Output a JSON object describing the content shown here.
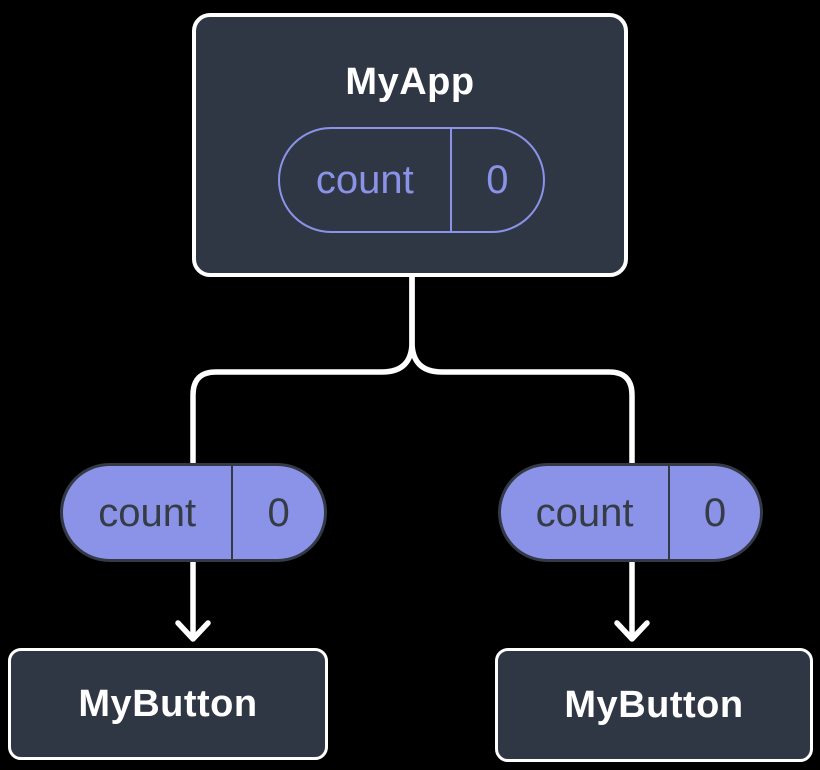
{
  "diagram": {
    "root": {
      "name": "MyApp",
      "state": {
        "label": "count",
        "value": "0"
      }
    },
    "children": [
      {
        "state": {
          "label": "count",
          "value": "0"
        },
        "component": {
          "name": "MyButton"
        }
      },
      {
        "state": {
          "label": "count",
          "value": "0"
        },
        "component": {
          "name": "MyButton"
        }
      }
    ],
    "colors": {
      "background": "#000000",
      "node_fill": "#303744",
      "node_border": "#ffffff",
      "node_text": "#ffffff",
      "state_pill_fill": "#8b93e8",
      "state_pill_outline": "#8b93e8",
      "state_pill_dark_border": "#333945",
      "state_pill_dark_text": "#363c46",
      "connector_line": "#ffffff"
    }
  }
}
